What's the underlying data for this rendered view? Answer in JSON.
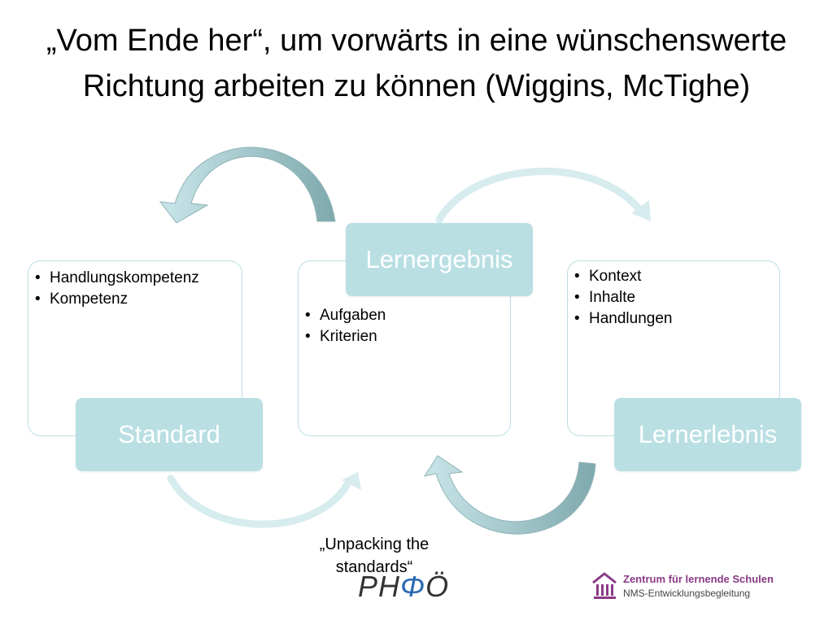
{
  "title": "„Vom Ende her“, um vorwärts in eine wünschenswerte Richtung arbeiten zu können (Wiggins, McTighe)",
  "boxes": {
    "left": {
      "label": "Standard",
      "items": [
        "Handlungskompetenz",
        "Kompetenz"
      ]
    },
    "center": {
      "label": "Lernergebnis",
      "items": [
        "Aufgaben",
        "Kriterien"
      ]
    },
    "right": {
      "label": "Lernerlebnis",
      "items": [
        "Kontext",
        "Inhalte",
        "Handlungen"
      ]
    }
  },
  "note": "„Unpacking the standards“",
  "logos": {
    "pho": {
      "prefix": "PH",
      "symbol": "Φ",
      "suffix": "Ö"
    },
    "zls": {
      "name": "Zentrum für lernende Schulen",
      "subtitle": "NMS-Entwicklungsbegleitung"
    }
  },
  "colors": {
    "accent": "#b9dfe3",
    "accent_dark": "#7fa9ad",
    "zls_purple": "#8a3a86"
  }
}
